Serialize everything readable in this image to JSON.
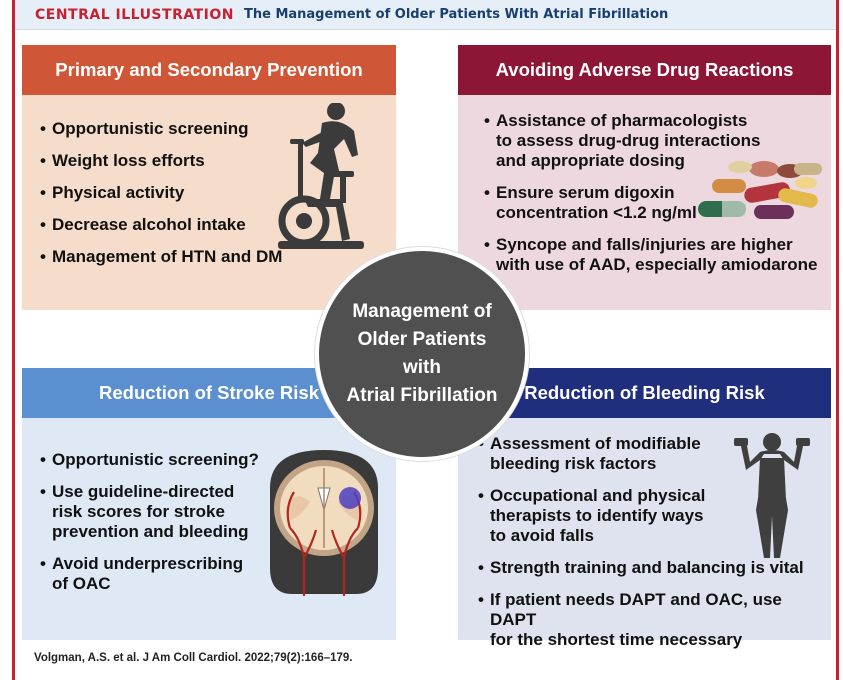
{
  "header": {
    "tag": "CENTRAL ILLUSTRATION",
    "title": "The Management of Older Patients With Atrial Fibrillation"
  },
  "center": {
    "lines": [
      "Management of",
      "Older Patients",
      "with",
      "Atrial Fibrillation"
    ]
  },
  "quadrants": {
    "primary_secondary_prevention": {
      "title": "Primary and Secondary Prevention",
      "bullets": [
        "Opportunistic screening",
        "Weight loss efforts",
        "Physical activity",
        "Decrease alcohol intake",
        "Management of HTN and DM"
      ],
      "icon": "exercise-bike-icon"
    },
    "avoiding_adverse_drug_reactions": {
      "title": "Avoiding Adverse Drug Reactions",
      "bullets": [
        [
          "Assistance of pharmacologists",
          "to assess drug-drug interactions",
          "and appropriate dosing"
        ],
        [
          "Ensure serum digoxin",
          "concentration <1.2 ng/ml"
        ],
        [
          "Syncope and falls/injuries are higher",
          "with use of AAD, especially amiodarone"
        ]
      ],
      "icon": "pills-icon"
    },
    "reduction_of_stroke_risk": {
      "title": "Reduction of Stroke Risk",
      "bullets": [
        [
          "Opportunistic screening?"
        ],
        [
          "Use guideline-directed",
          "risk scores for stroke",
          "prevention and bleeding"
        ],
        [
          "Avoid underprescribing",
          "of OAC"
        ]
      ],
      "icon": "brain-scan-icon"
    },
    "reduction_of_bleeding_risk": {
      "title": "Reduction of Bleeding Risk",
      "bullets": [
        [
          "Assessment of modifiable",
          "bleeding risk factors"
        ],
        [
          "Occupational and physical",
          "therapists to identify ways",
          "to avoid falls"
        ],
        [
          "Strength training and balancing is vital"
        ],
        [
          "If patient needs DAPT and OAC, use DAPT",
          "for the shortest time necessary"
        ]
      ],
      "icon": "dumbbell-person-icon"
    }
  },
  "citation": "Volgman, A.S. et al. J Am Coll Cardiol. 2022;79(2):166–179.",
  "colors": {
    "accent_red": "#c8202f",
    "prevention": "#cf5738",
    "adverse": "#8d1535",
    "stroke": "#5b8fd0",
    "bleeding": "#202e7e"
  }
}
